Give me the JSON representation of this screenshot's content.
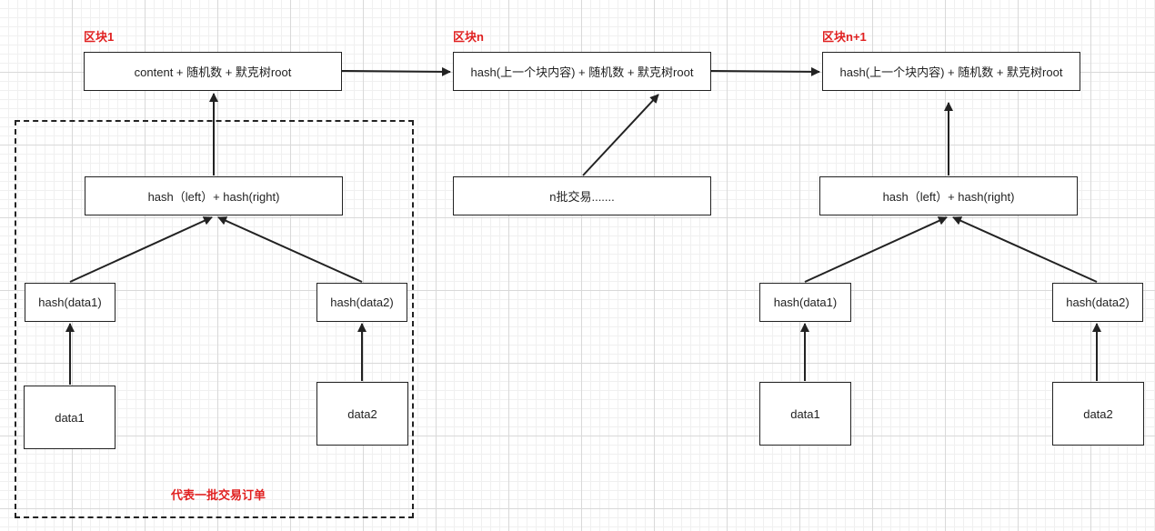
{
  "labels": {
    "block1": "区块1",
    "blockn": "区块n",
    "blockn1": "区块n+1",
    "batch_orders": "代表一批交易订单"
  },
  "nodes": {
    "b1_header": "content + 随机数 + 默克树root",
    "b1_root": "hash（left）+ hash(right)",
    "b1_hash_data1": "hash(data1)",
    "b1_hash_data2": "hash(data2)",
    "b1_data1": "data1",
    "b1_data2": "data2",
    "bn_header": "hash(上一个块内容) + 随机数 + 默克树root",
    "bn_tx": "n批交易.......",
    "bn1_header": "hash(上一个块内容) + 随机数 + 默克树root",
    "bn1_root": "hash（left）+ hash(right)",
    "bn1_hash_data1": "hash(data1)",
    "bn1_hash_data2": "hash(data2)",
    "bn1_data1": "data1",
    "bn1_data2": "data2"
  },
  "colors": {
    "stroke": "#222222",
    "label_red": "#e02020",
    "grid_major": "#d9d9d9",
    "grid_minor": "#f0f0f0"
  }
}
